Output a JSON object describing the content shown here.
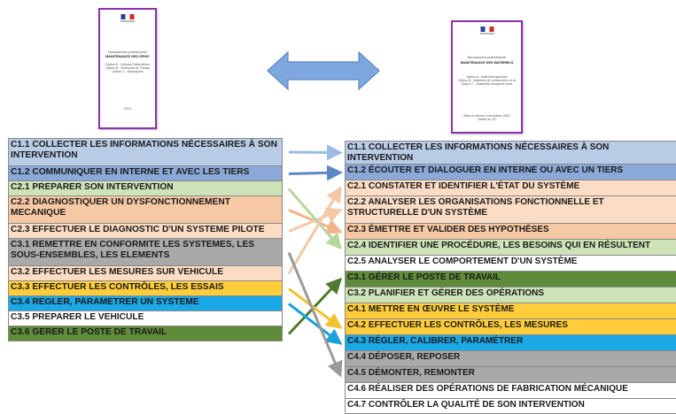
{
  "colors": {
    "light_blue": "#b9cce6",
    "mid_blue": "#8ba9d8",
    "light_green": "#cfe3b9",
    "peach": "#f7c8a4",
    "light_peach": "#fbdcc4",
    "grey": "#a9a9a9",
    "light_grey": "#d4d4d4",
    "yellow": "#ffcd3c",
    "cyan": "#1ba8e6",
    "white": "#ffffff",
    "dark_green": "#5f8c3a",
    "arrow_fill": "#7fa7df",
    "doc_border": "#8e2fb0"
  },
  "documents": {
    "left": {
      "lines": [
        "Baccalauréat professionnel",
        "MAINTENANCE DES VÉHICULES",
        "Option A : Voitures Particulières",
        "Option B : Véhicules de Transport Routier",
        "Option C : Motocycles",
        "2014"
      ]
    },
    "right": {
      "lines": [
        "Baccalauréat professionnel",
        "MAINTENANCE DES MATÉRIELS",
        "Option A : Matériels agricoles",
        "Option B : Matériels de construction et de manutention",
        "Option C : Matériels d'espaces verts",
        "Mise en œuvre à la rentrée 2015",
        "Arrêté du JO"
      ]
    }
  },
  "left_competences": [
    {
      "text": "C1.1 COLLECTER LES INFORMATIONS NÉCESSAIRES À SON INTERVENTION",
      "color": "light_blue"
    },
    {
      "text": "C1.2 COMMUNIQUER EN INTERNE ET AVEC LES TIERS",
      "color": "mid_blue"
    },
    {
      "text": "C2.1 PREPARER SON INTERVENTION",
      "color": "light_green"
    },
    {
      "text": "C2.2 DIAGNOSTIQUER UN DYSFONCTIONNEMENT MECANIQUE",
      "color": "peach"
    },
    {
      "text": "C2.3 EFFECTUER LE DIAGNOSTIC D'UN SYSTEME PILOTE",
      "color": "light_peach"
    },
    {
      "text": "C3.1 REMETTRE EN CONFORMITE LES SYSTEMES, LES SOUS-ENSEMBLES, LES ELEMENTS",
      "color": "grey"
    },
    {
      "text": "C3.2 EFFECTUER LES MESURES SUR VEHICULE",
      "color": "light_peach"
    },
    {
      "text": "C3.3 EFFECTUER LES CONTRÔLES, LES ESSAIS",
      "color": "yellow"
    },
    {
      "text": "C3.4 REGLER, PARAMETRER UN SYSTEME",
      "color": "cyan"
    },
    {
      "text": "C3.5 PREPARER LE VEHICULE",
      "color": "white"
    },
    {
      "text": "C3.6 GERER LE POSTE DE TRAVAIL",
      "color": "dark_green"
    }
  ],
  "right_competences": [
    {
      "text": "C1.1 COLLECTER LES INFORMATIONS NÉCESSAIRES À SON INTERVENTION",
      "color": "light_blue"
    },
    {
      "text": "C1.2 ÉCOUTER ET DIALOGUER EN INTERNE OU AVEC UN TIERS",
      "color": "mid_blue"
    },
    {
      "text": "C2.1 CONSTATER ET IDENTIFIER L'ÉTAT DU SYSTÈME",
      "color": "light_peach"
    },
    {
      "text": "C2.2 ANALYSER LES ORGANISATIONS FONCTIONNELLE ET STRUCTURELLE D'UN SYSTÈME",
      "color": "light_peach"
    },
    {
      "text": "C2.3 ÉMETTRE ET VALIDER DES HYPOTHÈSES",
      "color": "peach"
    },
    {
      "text": "C2.4 IDENTIFIER UNE PROCÉDURE,  LES BESOINS QUI EN RÉSULTENT",
      "color": "light_green"
    },
    {
      "text": "C2.5 ANALYSER LE COMPORTEMENT D'UN SYSTÈME",
      "color": "white"
    },
    {
      "text": "C3.1 GÉRER LE POSTE DE TRAVAIL",
      "color": "dark_green"
    },
    {
      "text": "C3.2 PLANIFIER ET GÉRER DES OPÉRATIONS",
      "color": "light_green"
    },
    {
      "text": "C4.1 METTRE EN ŒUVRE LE SYSTÈME",
      "color": "yellow"
    },
    {
      "text": "C4.2 EFFECTUER LES CONTRÔLES, LES MESURES",
      "color": "yellow"
    },
    {
      "text": "C4.3 RÉGLER, CALIBRER, PARAMÉTRER",
      "color": "cyan"
    },
    {
      "text": "C4.4 DÉPOSER, REPOSER",
      "color": "grey"
    },
    {
      "text": "C4.5 DÉMONTER, REMONTER",
      "color": "grey"
    },
    {
      "text": "C4.6 RÉALISER DES OPÉRATIONS DE FABRICATION MÉCANIQUE",
      "color": "white"
    },
    {
      "text": "C4.7 CONTRÔLER LA QUALITÉ DE SON INTERVENTION",
      "color": "white"
    }
  ],
  "links": [
    {
      "from": 0,
      "to": 0,
      "color": "#9cbbe3"
    },
    {
      "from": 1,
      "to": 1,
      "color": "#5f87c8"
    },
    {
      "from": 3,
      "to": 4,
      "color": "#f2b48a"
    },
    {
      "from": 4,
      "to": 3,
      "color": "#f7c7a5"
    },
    {
      "from": 2,
      "to": 5,
      "color": "#b7d69b"
    },
    {
      "from": 6,
      "to": 2,
      "color": "#f4c7a6"
    },
    {
      "from": 10,
      "to": 7,
      "color": "#4f7a2e"
    },
    {
      "from": 7,
      "to": 10,
      "color": "#f2c12e"
    },
    {
      "from": 8,
      "to": 11,
      "color": "#1aa0dc"
    },
    {
      "from": 5,
      "to": 13,
      "color": "#9a9a9a"
    }
  ]
}
